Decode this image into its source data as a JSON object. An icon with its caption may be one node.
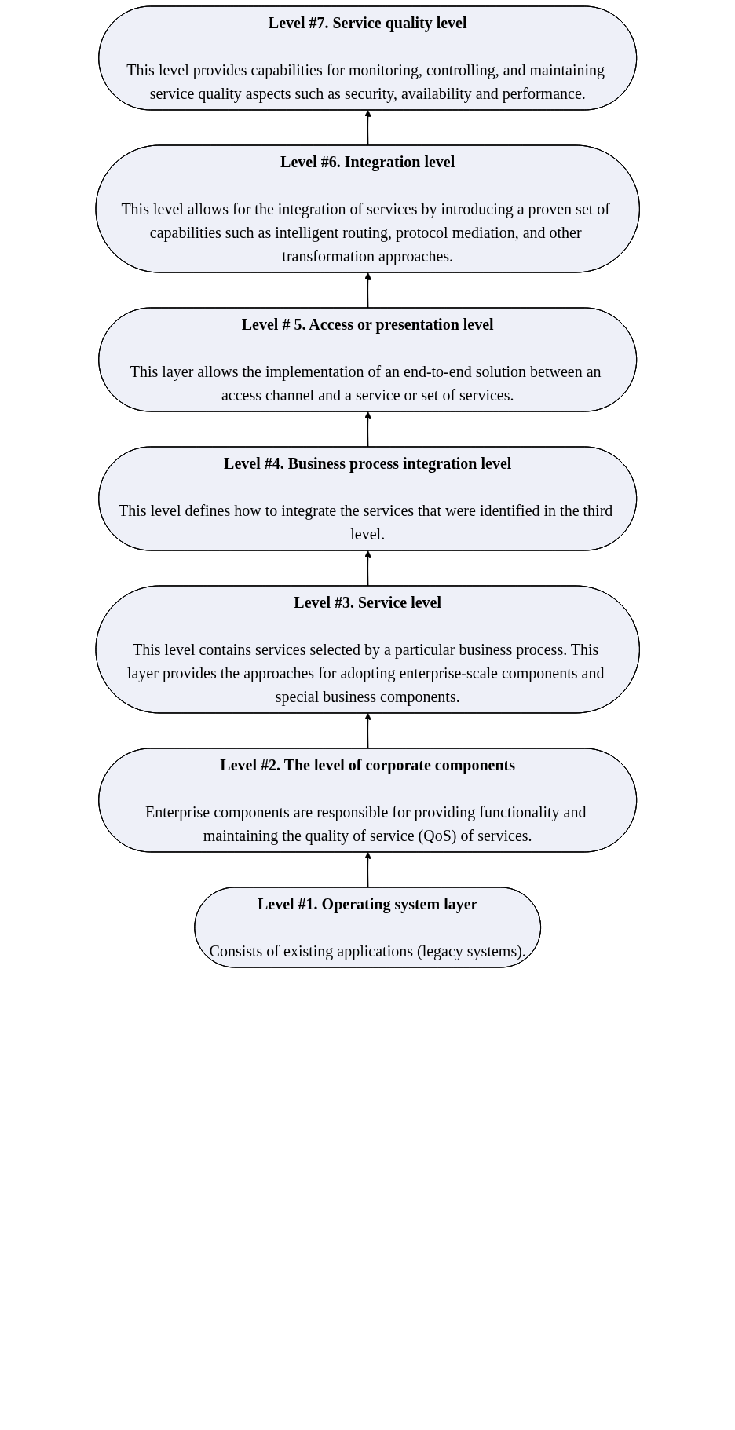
{
  "diagram": {
    "nodes": [
      {
        "text": [
          "Level #7. Service quality level",
          "This level provides capabilities for monitoring, controlling, and maintaining service quality aspects such as security, availability and performance."
        ]
      },
      {
        "text": [
          "Level #6. Integration level",
          "This level allows for the integration of services by introducing a proven set of capabilities such as intelligent routing, protocol mediation, and other transformation approaches."
        ]
      },
      {
        "text": [
          "Level # 5. Access or presentation level",
          "This layer allows the implementation of an end-to-end solution between an access channel and a service or set of services."
        ]
      },
      {
        "text": [
          "Level #4. Business process integration level",
          "This level defines how to integrate the services that were identified in the third level."
        ]
      },
      {
        "text": [
          "Level #3. Service level",
          "This level contains services selected by a particular business process. This layer provides the approaches for adopting enterprise-scale components and special business components."
        ]
      },
      {
        "text": [
          "Level #2. The level of corporate components",
          "Enterprise components are responsible for providing functionality and maintaining the quality of service (QoS) of services."
        ]
      },
      {
        "text": [
          "Level #1. Operating system layer",
          "Consists of existing applications (legacy systems)."
        ]
      }
    ],
    "edges": [
      {
        "from": 6,
        "to": 5,
        "arrow": "to"
      },
      {
        "from": 5,
        "to": 4,
        "arrow": "to"
      },
      {
        "from": 4,
        "to": 3,
        "arrow": "to"
      },
      {
        "from": 3,
        "to": 2,
        "arrow": "to"
      },
      {
        "from": 2,
        "to": 1,
        "arrow": "to"
      },
      {
        "from": 1,
        "to": 0,
        "arrow": "to"
      }
    ]
  }
}
